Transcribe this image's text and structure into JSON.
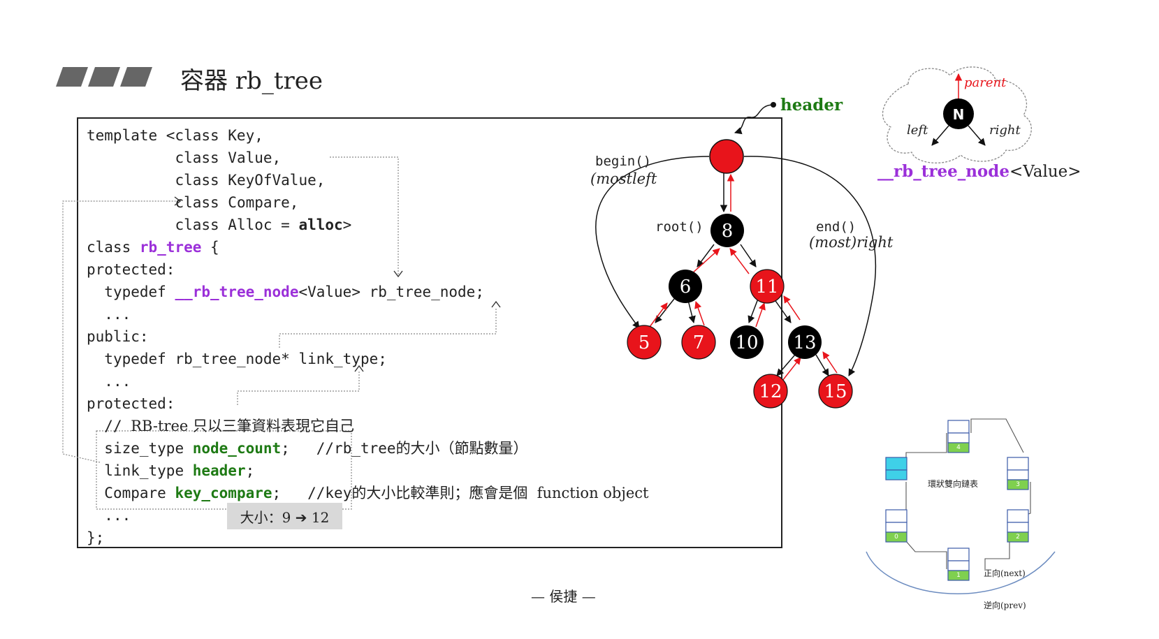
{
  "title": "容器 rb_tree",
  "code": {
    "line1": "template <class Key,",
    "line2": "class Value,",
    "line3": "class KeyOfValue,",
    "line4": "class Compare,",
    "line5_prefix": "class Alloc = ",
    "line5_alloc": "alloc",
    "line5_suffix": ">",
    "line6_prefix": "class ",
    "line6_name": "rb_tree",
    "line6_suffix": " {",
    "line7": "protected:",
    "line8_prefix": "typedef ",
    "line8_node": "__rb_tree_node",
    "line8_suffix": "<Value> rb_tree_node;",
    "ellipsis": "...",
    "line10": "public:",
    "line11": "typedef rb_tree_node* link_type;",
    "line13": "protected:",
    "line14_prefix": "// ",
    "line14_comment": "RB-tree 只以三筆資料表現它自己",
    "line15_type": "size_type ",
    "line15_name": "node_count",
    "line15_end": ";",
    "line15_comment_prefix": "//rb_tree",
    "line15_comment": "的大小（節點數量）",
    "line16_type": "link_type ",
    "line16_name": "header",
    "line16_end": ";",
    "line17_type": "Compare ",
    "line17_name": "key_compare",
    "line17_end": ";",
    "line17_comment_prefix": "//key",
    "line17_comment": "的大小比較準則；應會是個  function object",
    "line19": "};"
  },
  "size_badge": "大小：9 ➔ 12",
  "tree": {
    "header_label": "header",
    "begin_label": "begin()",
    "begin_sub": "(mostleft",
    "root_label": "root()",
    "end_label": "end()",
    "end_sub": "(most)right",
    "nodes": [
      "8",
      "6",
      "11",
      "5",
      "7",
      "10",
      "13",
      "12",
      "15"
    ]
  },
  "node_diagram": {
    "node_letter": "N",
    "parent": "parent",
    "left": "left",
    "right": "right",
    "caption_name": "__rb_tree_node",
    "caption_suffix": "<Value>"
  },
  "list_diagram": {
    "center_label": "環狀雙向鏈表",
    "next_label": "正向(next)",
    "prev_label": "逆向(prev)",
    "cells": [
      "4",
      "3",
      "2",
      "1",
      "0"
    ]
  },
  "footer": "— 侯捷 —",
  "colors": {
    "red_node": "#e8141b",
    "black_node": "#000000",
    "purple": "#9b30d9",
    "green": "#1e7a14"
  }
}
